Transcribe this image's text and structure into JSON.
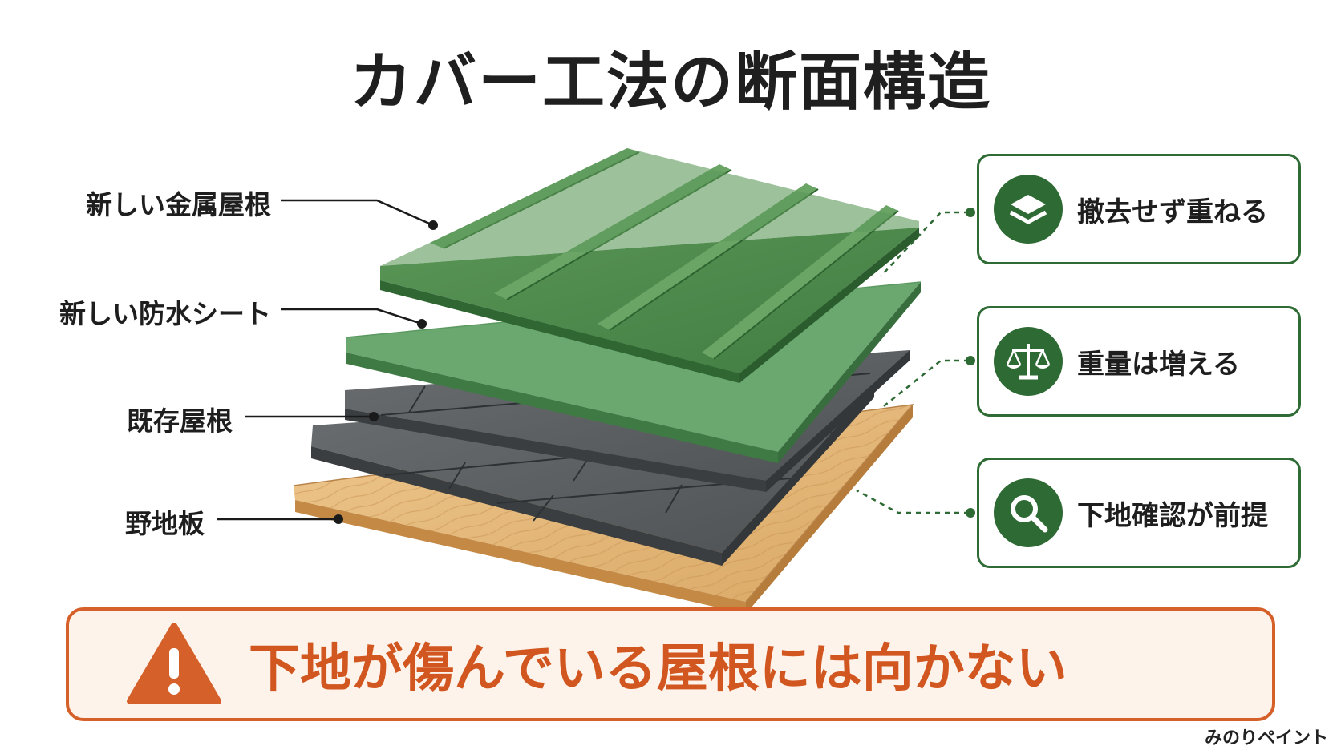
{
  "title": "カバー工法の断面構造",
  "layers": [
    {
      "label": "新しい金属屋根"
    },
    {
      "label": "新しい防水シート"
    },
    {
      "label": "既存屋根"
    },
    {
      "label": "野地板"
    }
  ],
  "features": [
    {
      "text": "撤去せず重ねる",
      "icon": "layers-icon"
    },
    {
      "text": "重量は増える",
      "icon": "scale-icon"
    },
    {
      "text": "下地確認が前提",
      "icon": "magnifier-icon"
    }
  ],
  "warning": {
    "text": "下地が傷んでいる屋根には向かない",
    "icon": "warning-icon"
  },
  "brand": "みのりペイント",
  "colors": {
    "accent_green": "#2e6a33",
    "metal_roof": "#4e8a4e",
    "waterproof_sheet": "#6aa870",
    "existing_roof": "#5a5e60",
    "sheathing": "#e2b77b",
    "warning": "#d6602a"
  }
}
